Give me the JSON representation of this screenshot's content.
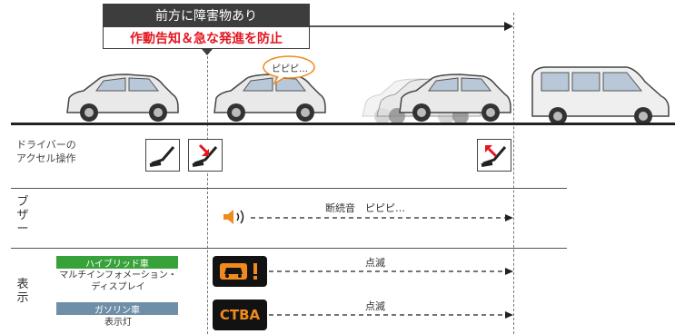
{
  "header": {
    "title": "前方に障害物あり",
    "subtitle": "作動告知＆急な発進を防止"
  },
  "speech": "ピピピ…",
  "rows": {
    "driver": {
      "line1": "ドライバーの",
      "line2": "アクセル操作"
    },
    "buzzer": {
      "label": "ブザー",
      "text": "断続音　ピピピ…"
    },
    "display": {
      "label": "表示",
      "hybrid_badge": "ハイブリッド車",
      "hybrid_line1": "マルチインフォメーション・",
      "hybrid_line2": "ディスプレイ",
      "blink1": "点滅",
      "gasoline_badge": "ガソリン車",
      "gasoline_line": "表示灯",
      "ctba": "CTBA",
      "blink2": "点滅"
    }
  },
  "colors": {
    "alert_red": "#e3151f",
    "accent_orange": "#f08a1c",
    "hybrid_green": "#38a23a",
    "gasoline_blue": "#6f8fa8",
    "header_dark": "#3d3d3d"
  }
}
